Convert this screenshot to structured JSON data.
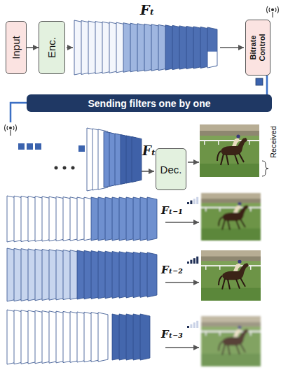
{
  "diagram": {
    "nodes": [
      {
        "text": [
          "Input"
        ]
      },
      {
        "text": [
          "Enc."
        ]
      },
      {
        "text": [
          "Bitrate Control"
        ]
      },
      {
        "text": [
          "Sending filters one by one"
        ]
      },
      {
        "text": [
          "Dec."
        ]
      }
    ],
    "edges": [
      {
        "from": 0,
        "to": 1,
        "arrow": "to"
      },
      {
        "from": 2,
        "to": 3,
        "arrow": "none"
      }
    ],
    "labels": [
      "Fₜ",
      "Fₜ",
      "Fₜ₋₁",
      "Fₜ₋₂",
      "Fₜ₋₃",
      "Received"
    ]
  }
}
